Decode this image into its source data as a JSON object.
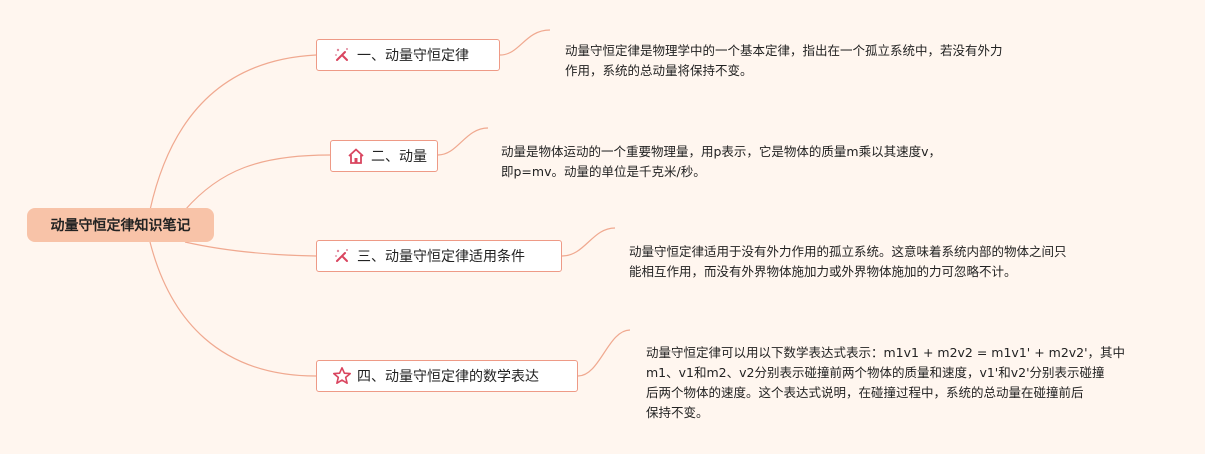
{
  "root": {
    "label": "动量守恒定律知识笔记"
  },
  "topics": [
    {
      "label": "一、动量守恒定律",
      "icon": "magic-wand-icon",
      "note_lines": [
        "动量守恒定律是物理学中的一个基本定律，指出在一个孤立系统中，若没有外力",
        "作用，系统的总动量将保持不变。"
      ]
    },
    {
      "label": "二、动量",
      "icon": "home-icon",
      "note_lines": [
        "动量是物体运动的一个重要物理量，用p表示，它是物体的质量m乘以其速度v，",
        "即p=mv。动量的单位是千克米/秒。"
      ]
    },
    {
      "label": "三、动量守恒定律适用条件",
      "icon": "magic-wand-icon",
      "note_lines": [
        "动量守恒定律适用于没有外力作用的孤立系统。这意味着系统内部的物体之间只",
        "能相互作用，而没有外界物体施加力或外界物体施加的力可忽略不计。"
      ]
    },
    {
      "label": "四、动量守恒定律的数学表达",
      "icon": "star-icon",
      "note_lines": [
        "动量守恒定律可以用以下数学表达式表示：m1v1 + m2v2 = m1v1' + m2v2'，其中",
        "m1、v1和m2、v2分别表示碰撞前两个物体的质量和速度，v1'和v2'分别表示碰撞",
        "后两个物体的速度。这个表达式说明，在碰撞过程中，系统的总动量在碰撞前后",
        "保持不变。"
      ]
    }
  ],
  "colors": {
    "background": "#fff6ef",
    "root_fill": "#f8c3a8",
    "branch": "#f0a990",
    "topic_border": "#ee9a86",
    "icon_accent": "#d9455f"
  }
}
